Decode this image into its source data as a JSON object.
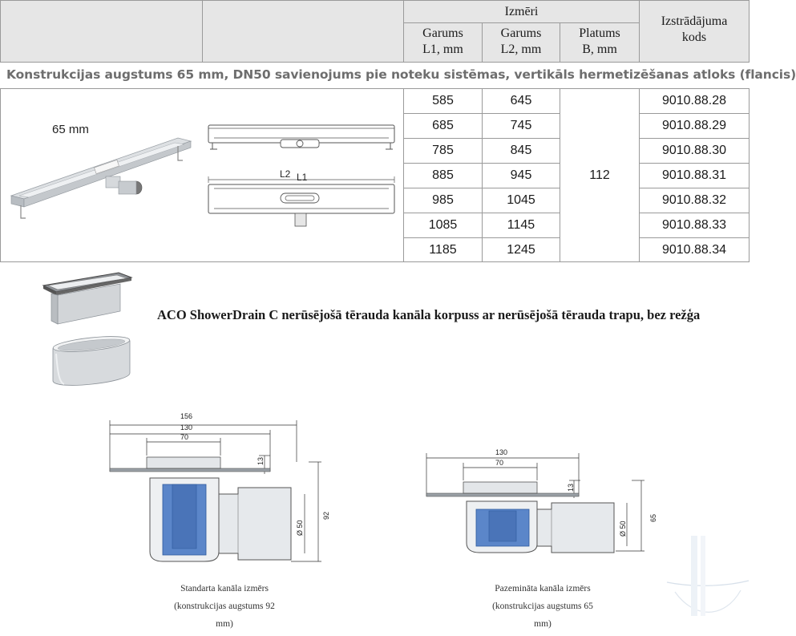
{
  "table": {
    "group_header": "Izmēri",
    "columns": [
      {
        "line1": "Garums",
        "line2": "L1, mm"
      },
      {
        "line1": "Garums",
        "line2": "L2, mm"
      },
      {
        "line1": "Platums",
        "line2": "B, mm"
      }
    ],
    "code_header": {
      "line1": "Izstrādājuma",
      "line2": "kods"
    },
    "subtitle": "Konstrukcijas augstums 65 mm, DN50 savienojums pie noteku sistēmas, vertikāls hermetizēšanas atloks (flancis)",
    "width_value": "112",
    "rows": [
      {
        "l1": "585",
        "l2": "645",
        "code": "9010.88.28"
      },
      {
        "l1": "685",
        "l2": "745",
        "code": "9010.88.29"
      },
      {
        "l1": "785",
        "l2": "845",
        "code": "9010.88.30"
      },
      {
        "l1": "885",
        "l2": "945",
        "code": "9010.88.31"
      },
      {
        "l1": "985",
        "l2": "1045",
        "code": "9010.88.32"
      },
      {
        "l1": "1085",
        "l2": "1145",
        "code": "9010.88.33"
      },
      {
        "l1": "1185",
        "l2": "1245",
        "code": "9010.88.34"
      }
    ]
  },
  "product_image": {
    "height_label": "65 mm"
  },
  "technical_drawing": {
    "label_l2": "L2",
    "label_l1": "L1"
  },
  "product_title": "ACO ShowerDrain C nerūsējošā tērauda kanāla korpuss ar nerūsējošā tērauda trapu, bez režģa",
  "standard_drawing": {
    "dims": {
      "d156": "156",
      "d130": "130",
      "d70": "70",
      "d13": "13",
      "d92": "92",
      "d50": "Ø 50"
    },
    "caption_lines": [
      "Standarta kanāla izmērs",
      "(konstrukcijas augstums 92",
      "mm)"
    ]
  },
  "reduced_drawing": {
    "dims": {
      "d130": "130",
      "d70": "70",
      "d13": "13",
      "d65": "65",
      "d50": "Ø 50"
    },
    "caption_lines": [
      "Pazemināta kanāla izmērs",
      "(konstrukcijas augstums 65",
      "mm)"
    ]
  },
  "colors": {
    "header_bg": "#e6e6e6",
    "water_blue": "#5b86c9",
    "steel": "#c9cdd2"
  }
}
